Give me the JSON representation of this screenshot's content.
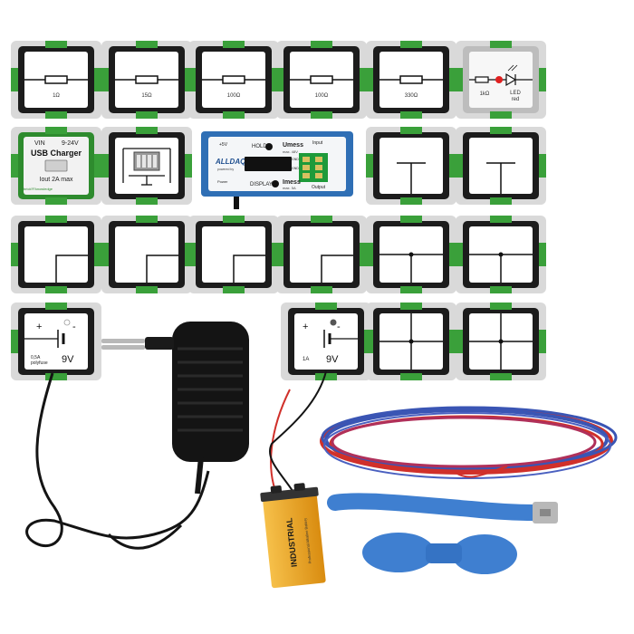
{
  "resistors": [
    {
      "value": "1Ω"
    },
    {
      "value": "15Ω"
    },
    {
      "value": "100Ω"
    },
    {
      "value": "100Ω"
    },
    {
      "value": "330Ω"
    }
  ],
  "led": {
    "resistor": "1kΩ",
    "label_top": "LED",
    "label_bottom": "red"
  },
  "usb_charger": {
    "vin": "VIN",
    "voltage": "9-24V",
    "title": "USB Charger",
    "iout": "Iout 2A max",
    "brand": "brick'R'knowledge"
  },
  "meter": {
    "brand": "ALLDAQ",
    "brand_sub": "powered by",
    "hold": "HOLD",
    "umess": "Umess",
    "umess_max": "max. 48V",
    "imess": "Imess",
    "imess_max": "max. 5A",
    "display": "DISPLAY",
    "input": "Input",
    "output": "Output",
    "plus": "+5V",
    "gnd1": "GND",
    "gnd2": "GND",
    "power": "Power"
  },
  "battery_left": {
    "plus": "+",
    "minus": "-",
    "current": "0,5A",
    "note": "polyfuse",
    "voltage": "9V"
  },
  "battery_right": {
    "plus": "+",
    "minus": "-",
    "current": "1A",
    "voltage": "9V"
  },
  "battery_9v": {
    "brand": "INDUSTRIAL",
    "sub": "Professional Alkaline Battery"
  },
  "colors": {
    "brick_body": "#1c1c1c",
    "connector_green": "#3aa03a",
    "charger_green": "#2e8b2e",
    "meter_blue": "#2f6fb5",
    "fan_blue": "#3f7fd0",
    "battery_orange": "#f2a81d",
    "wire_red": "#d0302a",
    "wire_blue": "#3a55b4",
    "adapter_black": "#141414"
  },
  "icons": [
    "resistor-symbol",
    "led-symbol",
    "dip-switch",
    "t-junction",
    "corner-wire",
    "cross-junction",
    "battery-symbol",
    "usb-plug",
    "fan-propeller"
  ]
}
